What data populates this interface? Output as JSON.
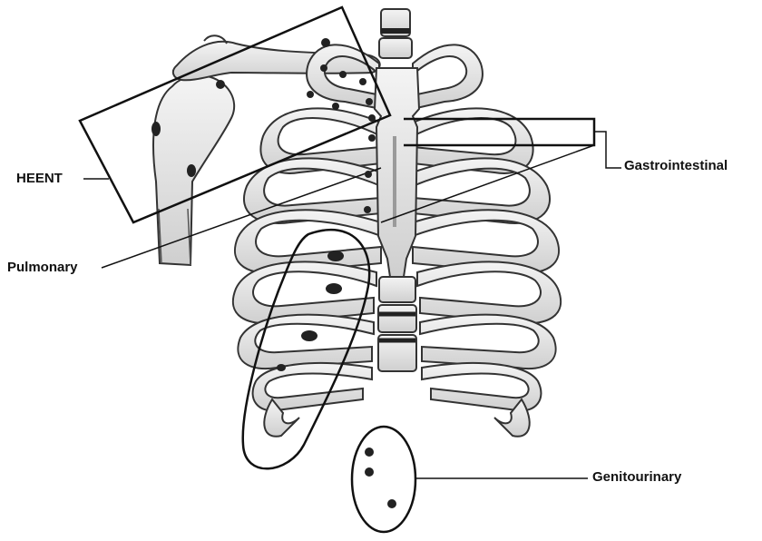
{
  "labels": {
    "heent": "HEENT",
    "pulmonary": "Pulmonary",
    "gastrointestinal": "Gastrointestinal",
    "genitourinary": "Genitourinary"
  },
  "colors": {
    "bone_fill": "#ececec",
    "bone_stroke": "#333333",
    "shade": "#c8c8c8",
    "marker": "#222222",
    "sternum_line": "#9a9a9a",
    "leader": "#111111"
  }
}
